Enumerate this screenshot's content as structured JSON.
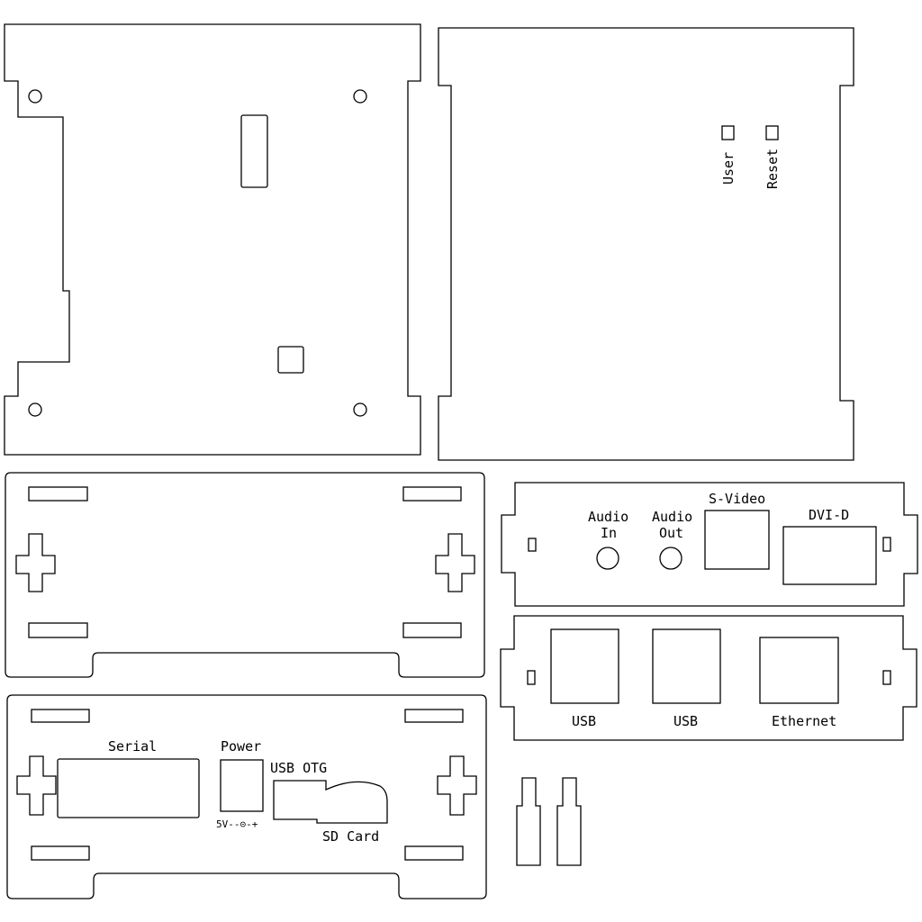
{
  "labels": {
    "user": "User",
    "reset": "Reset",
    "audio_in_1": "Audio",
    "audio_in_2": "In",
    "audio_out_1": "Audio",
    "audio_out_2": "Out",
    "svideo": "S-Video",
    "dvi": "DVI-D",
    "usb1": "USB",
    "usb2": "USB",
    "ethernet": "Ethernet",
    "serial": "Serial",
    "power": "Power",
    "usb_otg": "USB OTG",
    "sd_card": "SD Card",
    "power_polarity": "5V--⊝-+"
  },
  "colors": {
    "stroke": "#000000",
    "background": "#ffffff"
  }
}
